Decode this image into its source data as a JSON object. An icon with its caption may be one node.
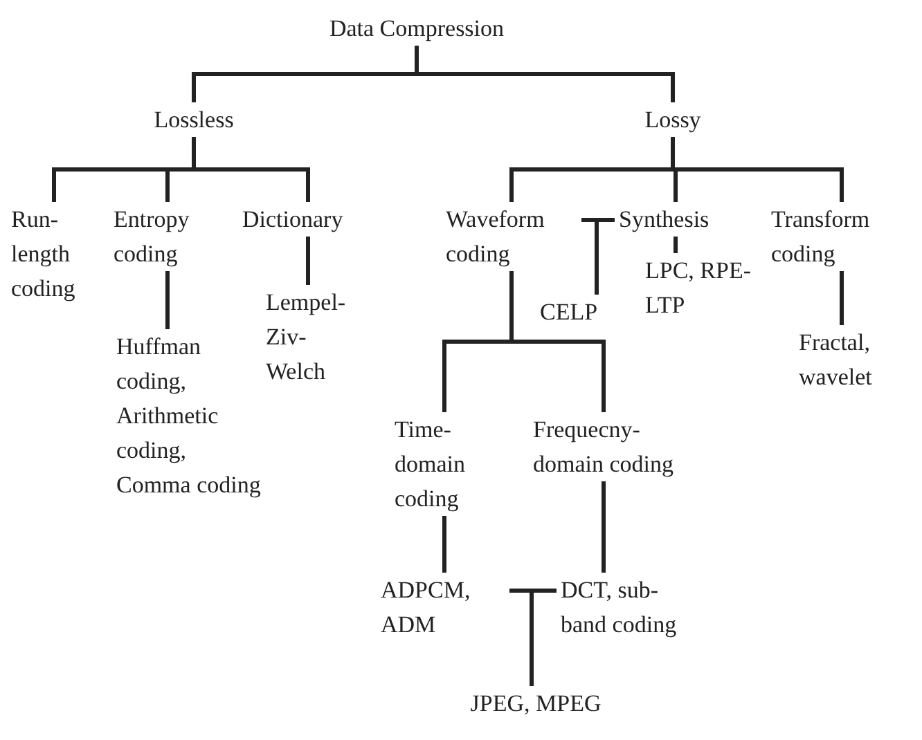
{
  "diagram": {
    "nodes": [
      {
        "text": [
          "Data Compression"
        ]
      },
      {
        "text": [
          "Lossless"
        ]
      },
      {
        "text": [
          "Lossy"
        ]
      },
      {
        "text": [
          "Run- length coding"
        ]
      },
      {
        "text": [
          "Entropy coding"
        ]
      },
      {
        "text": [
          "Dictionary"
        ]
      },
      {
        "text": [
          "Huffman coding, Arithmetic coding, Comma coding"
        ]
      },
      {
        "text": [
          "Lempel- Ziv- Welch"
        ]
      },
      {
        "text": [
          "Waveform coding"
        ]
      },
      {
        "text": [
          "Synthesis"
        ]
      },
      {
        "text": [
          "Transform coding"
        ]
      },
      {
        "text": [
          "CELP"
        ]
      },
      {
        "text": [
          "LPC, RPE-LTP"
        ]
      },
      {
        "text": [
          "Fractal, wavelet"
        ]
      },
      {
        "text": [
          "Time- domain coding"
        ]
      },
      {
        "text": [
          "Frequecny- domain coding"
        ]
      },
      {
        "text": [
          "ADPCM, ADM"
        ]
      },
      {
        "text": [
          "DCT, sub-band coding"
        ]
      },
      {
        "text": [
          "JPEG, MPEG"
        ]
      }
    ],
    "edges": [
      {
        "from": 0,
        "to": 1,
        "arrow": "none"
      },
      {
        "from": 0,
        "to": 2,
        "arrow": "none"
      },
      {
        "from": 1,
        "to": 3,
        "arrow": "none"
      },
      {
        "from": 1,
        "to": 4,
        "arrow": "none"
      },
      {
        "from": 1,
        "to": 5,
        "arrow": "none"
      },
      {
        "from": 4,
        "to": 6,
        "arrow": "none"
      },
      {
        "from": 5,
        "to": 7,
        "arrow": "none"
      },
      {
        "from": 2,
        "to": 8,
        "arrow": "none"
      },
      {
        "from": 2,
        "to": 9,
        "arrow": "none"
      },
      {
        "from": 2,
        "to": 10,
        "arrow": "none"
      },
      {
        "from": 8,
        "to": 11,
        "arrow": "none"
      },
      {
        "from": 9,
        "to": 11,
        "arrow": "none"
      },
      {
        "from": 9,
        "to": 12,
        "arrow": "none"
      },
      {
        "from": 10,
        "to": 13,
        "arrow": "none"
      },
      {
        "from": 8,
        "to": 14,
        "arrow": "none"
      },
      {
        "from": 8,
        "to": 15,
        "arrow": "none"
      },
      {
        "from": 14,
        "to": 16,
        "arrow": "none"
      },
      {
        "from": 15,
        "to": 17,
        "arrow": "none"
      },
      {
        "from": 16,
        "to": 18,
        "arrow": "none"
      },
      {
        "from": 17,
        "to": 18,
        "arrow": "none"
      }
    ]
  }
}
